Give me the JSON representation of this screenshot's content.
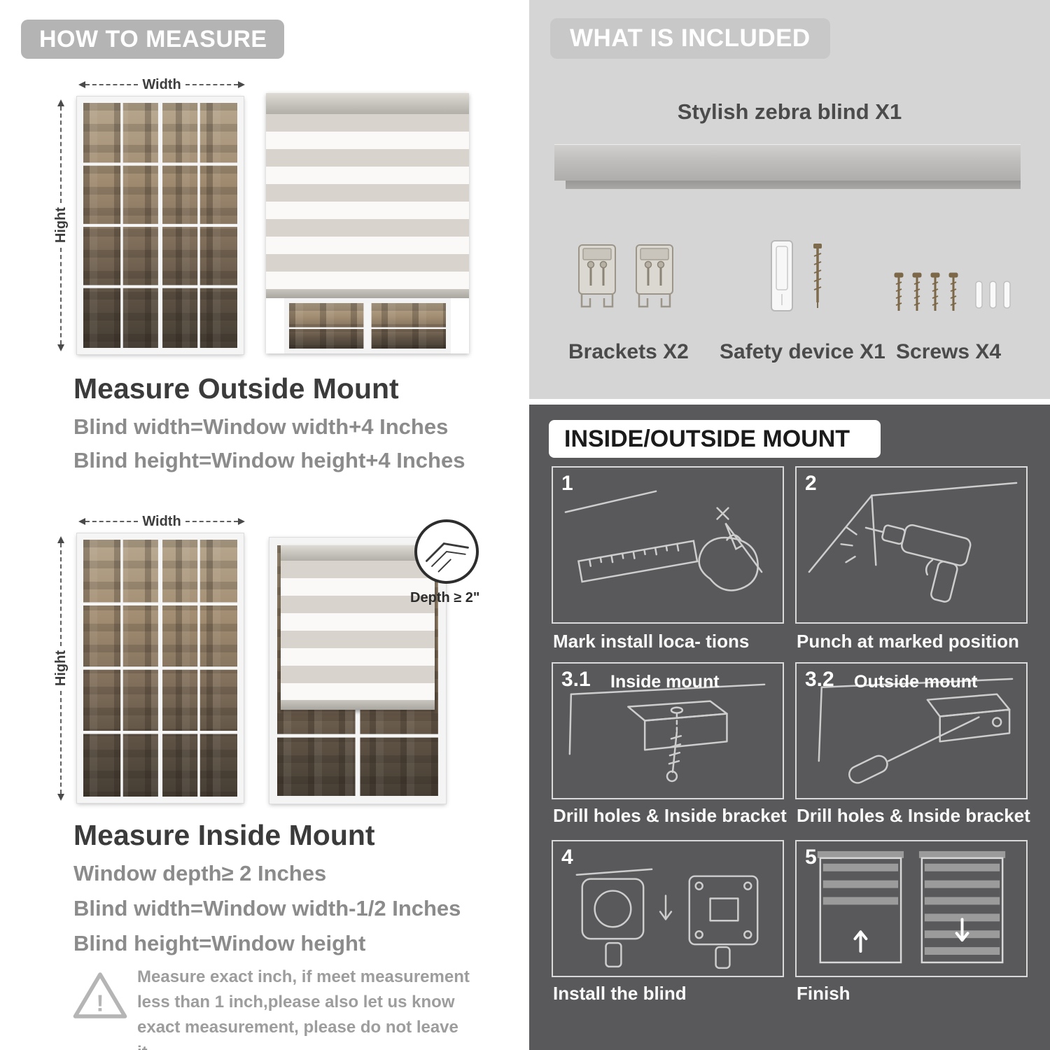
{
  "colors": {
    "light_gray_bg": "#d5d5d5",
    "dark_gray_bg": "#59595b",
    "banner_gray": "#b4b4b4",
    "heading_dark": "#3b3b3b",
    "body_gray": "#8b8b8b"
  },
  "how_to_measure": {
    "header": "HOW TO MEASURE",
    "outside": {
      "width_label": "Width",
      "height_label": "Hight",
      "heading": "Measure Outside Mount",
      "lines": [
        "Blind width=Window width+4 Inches",
        "Blind height=Window height+4 Inches"
      ]
    },
    "inside": {
      "width_label": "Width",
      "height_label": "Hight",
      "depth_label": "Depth ≥ 2\"",
      "heading": "Measure Inside Mount",
      "lines": [
        "Window depth≥ 2 Inches",
        "Blind width=Window width-1/2 Inches",
        "Blind height=Window height"
      ]
    },
    "note": {
      "mark": "!",
      "text": "Measure exact inch, if meet measurement less than 1 inch,please also let us know exact measurement, please do not leave it"
    }
  },
  "included": {
    "header": "WHAT IS INCLUDED",
    "product_label": "Stylish zebra blind X1",
    "item_labels": [
      "Brackets X2",
      "Safety device X1",
      "Screws X4"
    ]
  },
  "mount": {
    "header": "INSIDE/OUTSIDE MOUNT",
    "steps": [
      {
        "num": "1",
        "caption": "Mark install loca- tions"
      },
      {
        "num": "2",
        "caption": "Punch at  marked position"
      },
      {
        "num": "3.1",
        "title": "Inside mount",
        "caption": "Drill holes &  Inside bracket"
      },
      {
        "num": "3.2",
        "title": "Outside mount",
        "caption": "Drill holes &  Inside bracket"
      },
      {
        "num": "4",
        "caption": "Install the blind"
      },
      {
        "num": "5",
        "caption": "Finish"
      }
    ]
  }
}
